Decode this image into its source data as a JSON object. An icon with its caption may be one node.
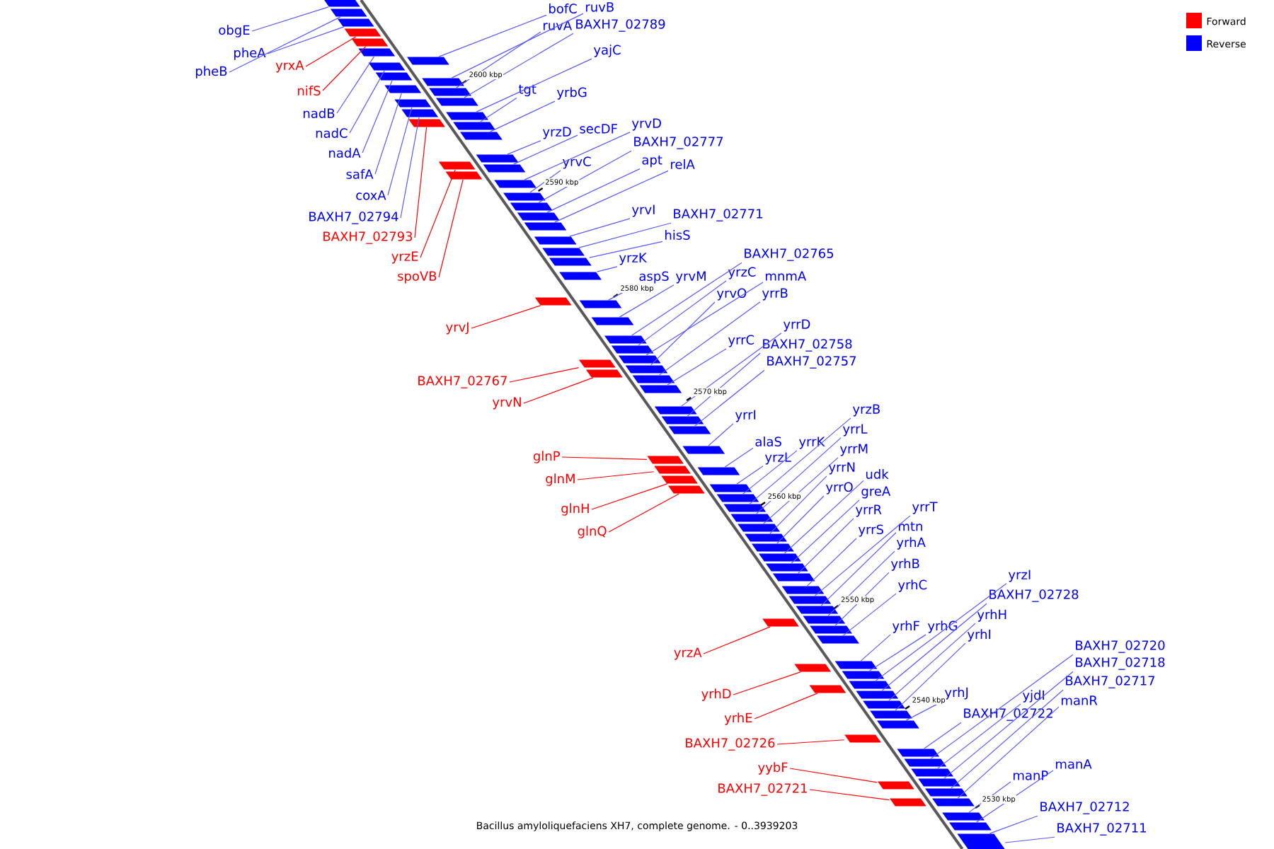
{
  "diagram": {
    "caption": "Bacillus amyloliquefaciens XH7, complete genome. - 0..3939203",
    "nodes": [
      {
        "text": [
          "obgE"
        ]
      },
      {
        "text": [
          "pheA"
        ]
      },
      {
        "text": [
          "pheB"
        ]
      },
      {
        "text": [
          "yrxA"
        ]
      },
      {
        "text": [
          "nifS"
        ]
      },
      {
        "text": [
          "nadB"
        ]
      },
      {
        "text": [
          "nadC"
        ]
      },
      {
        "text": [
          "nadA"
        ]
      },
      {
        "text": [
          "safA"
        ]
      },
      {
        "text": [
          "coxA"
        ]
      },
      {
        "text": [
          "BAXH7_02794"
        ]
      },
      {
        "text": [
          "BAXH7_02793"
        ]
      },
      {
        "text": [
          "yrzE"
        ]
      },
      {
        "text": [
          "spoVB"
        ]
      },
      {
        "text": [
          "yrvJ"
        ]
      },
      {
        "text": [
          "BAXH7_02767"
        ]
      },
      {
        "text": [
          "yrvN"
        ]
      },
      {
        "text": [
          "glnP"
        ]
      },
      {
        "text": [
          "glnM"
        ]
      },
      {
        "text": [
          "glnH"
        ]
      },
      {
        "text": [
          "glnQ"
        ]
      },
      {
        "text": [
          "yrzA"
        ]
      },
      {
        "text": [
          "yrhD"
        ]
      },
      {
        "text": [
          "yrhE"
        ]
      },
      {
        "text": [
          "BAXH7_02726"
        ]
      },
      {
        "text": [
          "yybF"
        ]
      },
      {
        "text": [
          "BAXH7_02721"
        ]
      },
      {
        "text": [
          "bofC"
        ]
      },
      {
        "text": [
          "ruvB"
        ]
      },
      {
        "text": [
          "ruvA"
        ]
      },
      {
        "text": [
          "BAXH7_02789"
        ]
      },
      {
        "text": [
          "yajC"
        ]
      },
      {
        "text": [
          "tgt"
        ]
      },
      {
        "text": [
          "yrbG"
        ]
      },
      {
        "text": [
          "yrzD"
        ]
      },
      {
        "text": [
          "secDF"
        ]
      },
      {
        "text": [
          "yrvD"
        ]
      },
      {
        "text": [
          "BAXH7_02777"
        ]
      },
      {
        "text": [
          "yrvC"
        ]
      },
      {
        "text": [
          "apt"
        ]
      },
      {
        "text": [
          "relA"
        ]
      },
      {
        "text": [
          "yrvI"
        ]
      },
      {
        "text": [
          "BAXH7_02771"
        ]
      },
      {
        "text": [
          "hisS"
        ]
      },
      {
        "text": [
          "yrzK"
        ]
      },
      {
        "text": [
          "aspS"
        ]
      },
      {
        "text": [
          "yrvM"
        ]
      },
      {
        "text": [
          "BAXH7_02765"
        ]
      },
      {
        "text": [
          "yrzC"
        ]
      },
      {
        "text": [
          "mnmA"
        ]
      },
      {
        "text": [
          "yrvO"
        ]
      },
      {
        "text": [
          "yrrB"
        ]
      },
      {
        "text": [
          "yrrD"
        ]
      },
      {
        "text": [
          "yrrC"
        ]
      },
      {
        "text": [
          "BAXH7_02758"
        ]
      },
      {
        "text": [
          "BAXH7_02757"
        ]
      },
      {
        "text": [
          "yrrI"
        ]
      },
      {
        "text": [
          "alaS"
        ]
      },
      {
        "text": [
          "yrzL"
        ]
      },
      {
        "text": [
          "yrrK"
        ]
      },
      {
        "text": [
          "yrzB"
        ]
      },
      {
        "text": [
          "yrrL"
        ]
      },
      {
        "text": [
          "yrrM"
        ]
      },
      {
        "text": [
          "yrrN"
        ]
      },
      {
        "text": [
          "yrrO"
        ]
      },
      {
        "text": [
          "udk"
        ]
      },
      {
        "text": [
          "greA"
        ]
      },
      {
        "text": [
          "yrrR"
        ]
      },
      {
        "text": [
          "yrrS"
        ]
      },
      {
        "text": [
          "yrrT"
        ]
      },
      {
        "text": [
          "mtn"
        ]
      },
      {
        "text": [
          "yrhA"
        ]
      },
      {
        "text": [
          "yrhB"
        ]
      },
      {
        "text": [
          "yrhC"
        ]
      },
      {
        "text": [
          "yrzI"
        ]
      },
      {
        "text": [
          "BAXH7_02728"
        ]
      },
      {
        "text": [
          "yrhH"
        ]
      },
      {
        "text": [
          "yrhI"
        ]
      },
      {
        "text": [
          "yrhF"
        ]
      },
      {
        "text": [
          "yrhG"
        ]
      },
      {
        "text": [
          "yrhJ"
        ]
      },
      {
        "text": [
          "BAXH7_02720"
        ]
      },
      {
        "text": [
          "BAXH7_02718"
        ]
      },
      {
        "text": [
          "BAXH7_02717"
        ]
      },
      {
        "text": [
          "yjdI"
        ]
      },
      {
        "text": [
          "manR"
        ]
      },
      {
        "text": [
          "BAXH7_02722"
        ]
      },
      {
        "text": [
          "manA"
        ]
      },
      {
        "text": [
          "manP"
        ]
      },
      {
        "text": [
          "BAXH7_02712"
        ]
      },
      {
        "text": [
          "BAXH7_02711"
        ]
      },
      {
        "text": [],
        "shape": "box"
      },
      {
        "text": [],
        "shape": "box"
      },
      {
        "text": [],
        "shape": "box"
      },
      {
        "text": [],
        "shape": "box"
      },
      {
        "text": [],
        "shape": "box"
      },
      {
        "text": [],
        "shape": "box"
      },
      {
        "text": [],
        "shape": "box"
      },
      {
        "text": [],
        "shape": "box"
      },
      {
        "text": [],
        "shape": "box"
      },
      {
        "text": [],
        "shape": "box"
      },
      {
        "text": [],
        "shape": "box"
      },
      {
        "text": [],
        "shape": "box"
      },
      {
        "text": [],
        "shape": "box"
      },
      {
        "text": [],
        "shape": "box"
      },
      {
        "text": [],
        "shape": "box"
      },
      {
        "text": [],
        "shape": "box"
      },
      {
        "text": [],
        "shape": "box"
      },
      {
        "text": [],
        "shape": "box"
      },
      {
        "text": [],
        "shape": "box"
      },
      {
        "text": [],
        "shape": "box"
      },
      {
        "text": [],
        "shape": "box"
      },
      {
        "text": [],
        "shape": "box"
      },
      {
        "text": [],
        "shape": "box"
      },
      {
        "text": [],
        "shape": "box"
      },
      {
        "text": [],
        "shape": "box"
      },
      {
        "text": [],
        "shape": "box"
      },
      {
        "text": [],
        "shape": "box"
      },
      {
        "text": [],
        "shape": "box"
      },
      {
        "text": [],
        "shape": "box"
      },
      {
        "text": [],
        "shape": "box"
      },
      {
        "text": [],
        "shape": "box"
      },
      {
        "text": [],
        "shape": "box"
      },
      {
        "text": [],
        "shape": "box"
      },
      {
        "text": [],
        "shape": "box"
      },
      {
        "text": [],
        "shape": "box"
      },
      {
        "text": [],
        "shape": "box"
      },
      {
        "text": [],
        "shape": "box"
      },
      {
        "text": [],
        "shape": "box"
      },
      {
        "text": [],
        "shape": "box"
      },
      {
        "text": [],
        "shape": "box"
      },
      {
        "text": [],
        "shape": "box"
      },
      {
        "text": [],
        "shape": "box"
      },
      {
        "text": [],
        "shape": "box"
      },
      {
        "text": [],
        "shape": "box"
      },
      {
        "text": [],
        "shape": "box"
      },
      {
        "text": [],
        "shape": "box"
      },
      {
        "text": [],
        "shape": "box"
      },
      {
        "text": [],
        "shape": "box"
      },
      {
        "text": [],
        "shape": "box"
      },
      {
        "text": [],
        "shape": "box"
      },
      {
        "text": [],
        "shape": "box"
      },
      {
        "text": [],
        "shape": "box"
      },
      {
        "text": [],
        "shape": "box"
      },
      {
        "text": [],
        "shape": "box"
      },
      {
        "text": [],
        "shape": "box"
      },
      {
        "text": [],
        "shape": "box"
      },
      {
        "text": [],
        "shape": "box"
      },
      {
        "text": [],
        "shape": "box"
      },
      {
        "text": [],
        "shape": "box"
      },
      {
        "text": [],
        "shape": "box"
      },
      {
        "text": [],
        "shape": "box"
      },
      {
        "text": [],
        "shape": "box"
      },
      {
        "text": [],
        "shape": "box"
      },
      {
        "text": [],
        "shape": "box"
      },
      {
        "text": [],
        "shape": "box"
      },
      {
        "text": [],
        "shape": "box"
      },
      {
        "text": [],
        "shape": "box"
      },
      {
        "text": [],
        "shape": "box"
      },
      {
        "text": [],
        "shape": "box"
      },
      {
        "text": [],
        "shape": "box"
      },
      {
        "text": [],
        "shape": "box"
      },
      {
        "text": [],
        "shape": "box"
      },
      {
        "text": [],
        "shape": "box"
      },
      {
        "text": [],
        "shape": "box"
      },
      {
        "text": [],
        "shape": "box"
      },
      {
        "text": [],
        "shape": "box"
      },
      {
        "text": [],
        "shape": "box"
      },
      {
        "text": [],
        "shape": "box"
      },
      {
        "text": [],
        "shape": "box"
      },
      {
        "text": [],
        "shape": "box"
      },
      {
        "text": [],
        "shape": "box"
      },
      {
        "text": [],
        "shape": "box"
      },
      {
        "text": [],
        "shape": "box"
      },
      {
        "text": [],
        "shape": "box"
      },
      {
        "text": [],
        "shape": "box"
      },
      {
        "text": [],
        "shape": "box"
      },
      {
        "text": [],
        "shape": "box"
      },
      {
        "text": [],
        "shape": "box"
      },
      {
        "text": [],
        "shape": "box"
      },
      {
        "text": [],
        "shape": "box"
      },
      {
        "text": [],
        "shape": "box"
      }
    ],
    "edges": [
      {
        "from": 0,
        "to": 91,
        "arrow": "none"
      },
      {
        "from": 1,
        "to": 93,
        "arrow": "none"
      },
      {
        "from": 2,
        "to": 92,
        "arrow": "none"
      },
      {
        "from": 3,
        "to": 94,
        "arrow": "none",
        "color": "#ff0000"
      },
      {
        "from": 4,
        "to": 95,
        "arrow": "none",
        "color": "#ff0000"
      },
      {
        "from": 5,
        "to": 96,
        "arrow": "none"
      },
      {
        "from": 6,
        "to": 98,
        "arrow": "none"
      },
      {
        "from": 7,
        "to": 99,
        "arrow": "none"
      },
      {
        "from": 8,
        "to": 102,
        "arrow": "none"
      },
      {
        "from": 9,
        "to": 104,
        "arrow": "none"
      },
      {
        "from": 10,
        "to": 105,
        "arrow": "none"
      },
      {
        "from": 11,
        "to": 106,
        "arrow": "none",
        "color": "#ff0000"
      },
      {
        "from": 12,
        "to": 111,
        "arrow": "none",
        "color": "#ff0000"
      },
      {
        "from": 13,
        "to": 113,
        "arrow": "none",
        "color": "#ff0000"
      },
      {
        "from": 14,
        "to": 123,
        "arrow": "none",
        "color": "#ff0000"
      },
      {
        "from": 15,
        "to": 130,
        "arrow": "none",
        "color": "#ff0000"
      },
      {
        "from": 16,
        "to": 131,
        "arrow": "none",
        "color": "#ff0000"
      },
      {
        "from": 17,
        "to": 138,
        "arrow": "none",
        "color": "#ff0000"
      },
      {
        "from": 18,
        "to": 139,
        "arrow": "none",
        "color": "#ff0000"
      },
      {
        "from": 19,
        "to": 140,
        "arrow": "none",
        "color": "#ff0000"
      },
      {
        "from": 20,
        "to": 142,
        "arrow": "none",
        "color": "#ff0000"
      },
      {
        "from": 21,
        "to": 158,
        "arrow": "none",
        "color": "#ff0000"
      },
      {
        "from": 22,
        "to": 161,
        "arrow": "none",
        "color": "#ff0000"
      },
      {
        "from": 23,
        "to": 165,
        "arrow": "none",
        "color": "#ff0000"
      },
      {
        "from": 24,
        "to": 169,
        "arrow": "none",
        "color": "#ff0000"
      },
      {
        "from": 25,
        "to": 175,
        "arrow": "none",
        "color": "#ff0000"
      },
      {
        "from": 26,
        "to": 177,
        "arrow": "none",
        "color": "#ff0000"
      },
      {
        "from": 27,
        "to": 97,
        "arrow": "none"
      },
      {
        "from": 28,
        "to": 100,
        "arrow": "none"
      },
      {
        "from": 29,
        "to": 101,
        "arrow": "none"
      },
      {
        "from": 30,
        "to": 103,
        "arrow": "none"
      },
      {
        "from": 31,
        "to": 107,
        "arrow": "none"
      },
      {
        "from": 32,
        "to": 108,
        "arrow": "none"
      },
      {
        "from": 33,
        "to": 109,
        "arrow": "none"
      },
      {
        "from": 34,
        "to": 110,
        "arrow": "none"
      },
      {
        "from": 35,
        "to": 112,
        "arrow": "none"
      },
      {
        "from": 36,
        "to": 114,
        "arrow": "none"
      },
      {
        "from": 37,
        "to": 116,
        "arrow": "none"
      },
      {
        "from": 38,
        "to": 115,
        "arrow": "none"
      },
      {
        "from": 39,
        "to": 117,
        "arrow": "none"
      },
      {
        "from": 40,
        "to": 118,
        "arrow": "none"
      },
      {
        "from": 41,
        "to": 119,
        "arrow": "none"
      },
      {
        "from": 42,
        "to": 120,
        "arrow": "none"
      },
      {
        "from": 43,
        "to": 121,
        "arrow": "none"
      },
      {
        "from": 44,
        "to": 122,
        "arrow": "none"
      },
      {
        "from": 45,
        "to": 124,
        "arrow": "none"
      },
      {
        "from": 46,
        "to": 125,
        "arrow": "none"
      },
      {
        "from": 47,
        "to": 126,
        "arrow": "none"
      },
      {
        "from": 48,
        "to": 127,
        "arrow": "none"
      },
      {
        "from": 49,
        "to": 128,
        "arrow": "none"
      },
      {
        "from": 50,
        "to": 129,
        "arrow": "none"
      },
      {
        "from": 51,
        "to": 132,
        "arrow": "none"
      },
      {
        "from": 52,
        "to": 134,
        "arrow": "none"
      },
      {
        "from": 53,
        "to": 133,
        "arrow": "none"
      },
      {
        "from": 54,
        "to": 135,
        "arrow": "none"
      },
      {
        "from": 55,
        "to": 136,
        "arrow": "none"
      },
      {
        "from": 56,
        "to": 137,
        "arrow": "none"
      },
      {
        "from": 57,
        "to": 141,
        "arrow": "none"
      },
      {
        "from": 58,
        "to": 143,
        "arrow": "none"
      },
      {
        "from": 59,
        "to": 144,
        "arrow": "none"
      },
      {
        "from": 60,
        "to": 145,
        "arrow": "none"
      },
      {
        "from": 61,
        "to": 146,
        "arrow": "none"
      },
      {
        "from": 62,
        "to": 147,
        "arrow": "none"
      },
      {
        "from": 63,
        "to": 148,
        "arrow": "none"
      },
      {
        "from": 64,
        "to": 149,
        "arrow": "none"
      },
      {
        "from": 65,
        "to": 150,
        "arrow": "none"
      },
      {
        "from": 66,
        "to": 151,
        "arrow": "none"
      },
      {
        "from": 67,
        "to": 152,
        "arrow": "none"
      },
      {
        "from": 68,
        "to": 153,
        "arrow": "none"
      },
      {
        "from": 69,
        "to": 154,
        "arrow": "none"
      },
      {
        "from": 70,
        "to": 155,
        "arrow": "none"
      },
      {
        "from": 71,
        "to": 156,
        "arrow": "none"
      },
      {
        "from": 72,
        "to": 157,
        "arrow": "none"
      },
      {
        "from": 73,
        "to": 159,
        "arrow": "none"
      },
      {
        "from": 74,
        "to": 163,
        "arrow": "none"
      },
      {
        "from": 75,
        "to": 164,
        "arrow": "none"
      },
      {
        "from": 76,
        "to": 166,
        "arrow": "none"
      },
      {
        "from": 77,
        "to": 167,
        "arrow": "none"
      },
      {
        "from": 78,
        "to": 160,
        "arrow": "none"
      },
      {
        "from": 79,
        "to": 162,
        "arrow": "none"
      },
      {
        "from": 80,
        "to": 168,
        "arrow": "none"
      },
      {
        "from": 81,
        "to": 171,
        "arrow": "none"
      },
      {
        "from": 82,
        "to": 173,
        "arrow": "none"
      },
      {
        "from": 83,
        "to": 174,
        "arrow": "none"
      },
      {
        "from": 84,
        "to": 172,
        "arrow": "none"
      },
      {
        "from": 85,
        "to": 176,
        "arrow": "none"
      },
      {
        "from": 86,
        "to": 170,
        "arrow": "none"
      },
      {
        "from": 87,
        "to": 179,
        "arrow": "none"
      },
      {
        "from": 88,
        "to": 178,
        "arrow": "none"
      },
      {
        "from": 89,
        "to": 180,
        "arrow": "none"
      },
      {
        "from": 90,
        "to": 181,
        "arrow": "none"
      }
    ],
    "labels": [
      "2600 kbp",
      "2590 kbp",
      "2580 kbp",
      "2570 kbp",
      "2560 kbp",
      "2550 kbp",
      "2540 kbp",
      "2530 kbp"
    ],
    "legend": [
      {
        "text": "Forward",
        "color": "#ff0000"
      },
      {
        "text": "Reverse",
        "color": "#0000ff"
      }
    ]
  }
}
